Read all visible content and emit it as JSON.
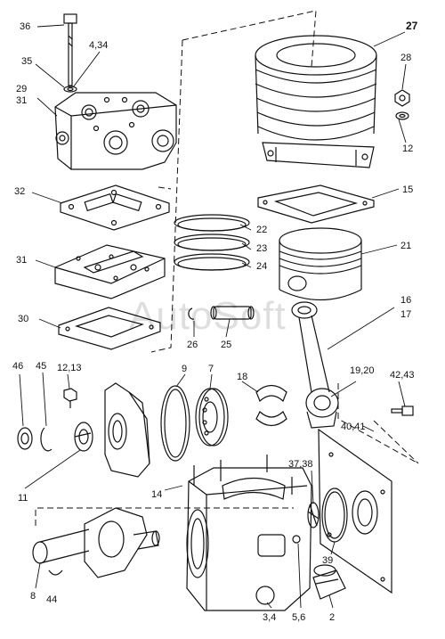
{
  "labels": {
    "l36": "36",
    "l434": "4,34",
    "l35": "35",
    "l29": "29",
    "l31a": "31",
    "l27": "27",
    "l28": "28",
    "l12a": "12",
    "l32": "32",
    "l15": "15",
    "l22": "22",
    "l23": "23",
    "l24": "24",
    "l21": "21",
    "l31b": "31",
    "l30": "30",
    "l26": "26",
    "l25": "25",
    "l16": "16",
    "l17": "17",
    "l46": "46",
    "l45": "45",
    "l1213": "12,13",
    "l9": "9",
    "l7": "7",
    "l18": "18",
    "l1920": "19,20",
    "l4243": "42,43",
    "l4041": "40,41",
    "l11": "11",
    "l14": "14",
    "l3738": "37,38",
    "l39": "39",
    "l8": "8",
    "l44": "44",
    "l34": "3,4",
    "l56": "5,6",
    "l2": "2"
  },
  "watermark": "AutoSoft",
  "colors": {
    "ink": "#111111",
    "paper": "#ffffff"
  }
}
